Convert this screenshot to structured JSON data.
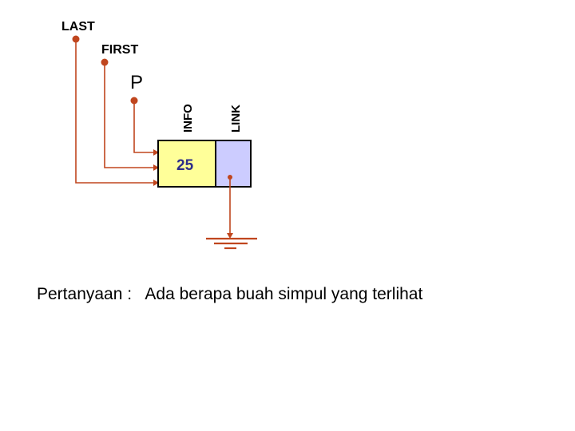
{
  "labels": {
    "last": "LAST",
    "first": "FIRST",
    "p": "P",
    "info": "INFO",
    "link": "LINK"
  },
  "node": {
    "info_value": "25"
  },
  "question": "Pertanyaan :   Ada berapa buah simpul yang terlihat",
  "colors": {
    "pointer_line": "#c0461e",
    "pointer_dot": "#c0461e",
    "info_fill": "#ffff99",
    "link_fill": "#ccccff",
    "node_border": "#000000",
    "value_text": "#2e2e8a",
    "ground": "#c0461e"
  }
}
